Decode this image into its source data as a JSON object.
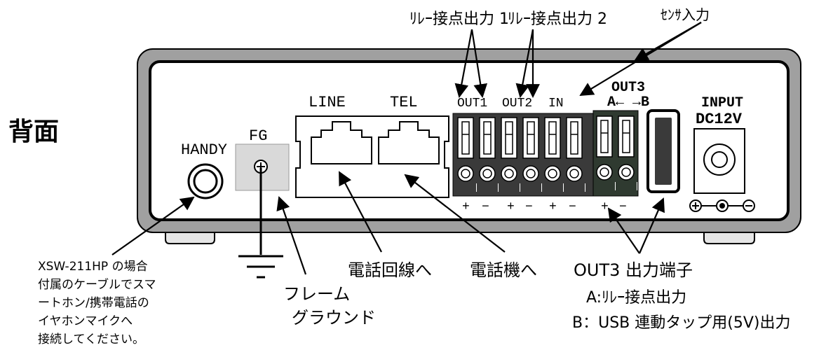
{
  "side_label": "背面",
  "panel": {
    "handy": "HANDY",
    "fg": "FG",
    "line": "LINE",
    "tel": "TEL",
    "out1": "OUT1",
    "out2": "OUT2",
    "in": "IN",
    "out3": "OUT3",
    "out3_ab": "A← →B",
    "input": "INPUT",
    "dc12v": "DC12V",
    "plus": "+",
    "minus": "−"
  },
  "callouts": {
    "relay1": "ﾘﾚｰ接点出力 1",
    "relay2": "ﾘﾚｰ接点出力 2",
    "sensor": "ｾﾝｻ入力",
    "handy_note": [
      "XSW-211HP の場合",
      "付属のケーブルでスマ",
      "ートホン/携帯電話の",
      "イヤホンマイクへ",
      "接続してください。"
    ],
    "frame_ground": [
      "フレーム",
      "グラウンド"
    ],
    "to_line": "電話回線へ",
    "to_tel": "電話機へ",
    "out3_title": "OUT3 出力端子",
    "out3_a": "A:ﾘﾚｰ接点出力",
    "out3_b": "B：USB 連動タップ用(5V)出力"
  },
  "colors": {
    "outer_case": "#a0a0a0",
    "panel": "#ffffff",
    "stroke": "#000000",
    "terminal_dark": "#3a3a3a",
    "terminal_green": "#2f3a30",
    "fg_box": "#d9d9d9"
  }
}
